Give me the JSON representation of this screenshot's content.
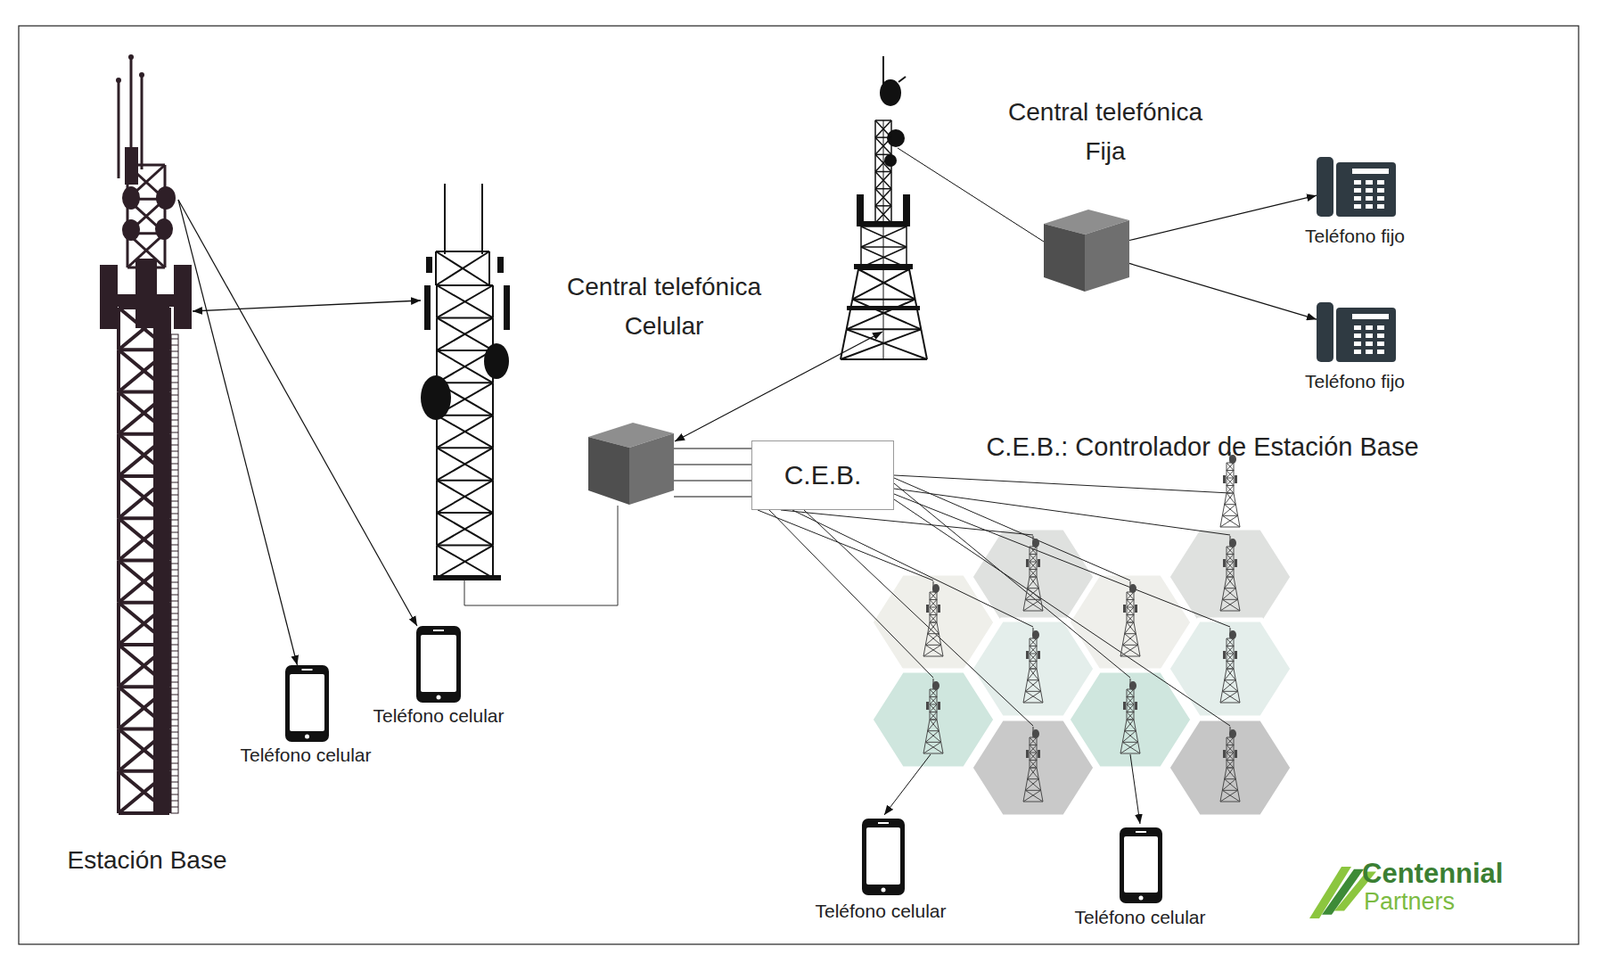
{
  "diagram": {
    "nodes": [
      {
        "text": [
          "Estación Base"
        ]
      },
      {
        "text": [
          "Teléfono celular"
        ]
      },
      {
        "text": [
          "Teléfono celular"
        ]
      },
      {
        "text": [
          "Central telefónica Celular"
        ]
      },
      {
        "text": [
          "C.E.B."
        ]
      },
      {
        "text": [
          "Central telefónica Fija"
        ]
      },
      {
        "text": [
          "Teléfono fijo"
        ]
      },
      {
        "text": [
          "Teléfono fijo"
        ]
      },
      {
        "text": [
          "Teléfono celular"
        ]
      },
      {
        "text": [
          "Teléfono celular"
        ]
      }
    ],
    "edges": [
      {
        "from": 0,
        "to": 1,
        "arrow": "to"
      },
      {
        "from": 0,
        "to": 2,
        "arrow": "to"
      },
      {
        "from": 3,
        "to": 4,
        "arrow": "none"
      },
      {
        "from": 5,
        "to": 6,
        "arrow": "to"
      },
      {
        "from": 5,
        "to": 7,
        "arrow": "to"
      }
    ],
    "labels": [
      "C.E.B.: Controlador de Estación Base",
      "Centennial",
      "Partners"
    ]
  }
}
